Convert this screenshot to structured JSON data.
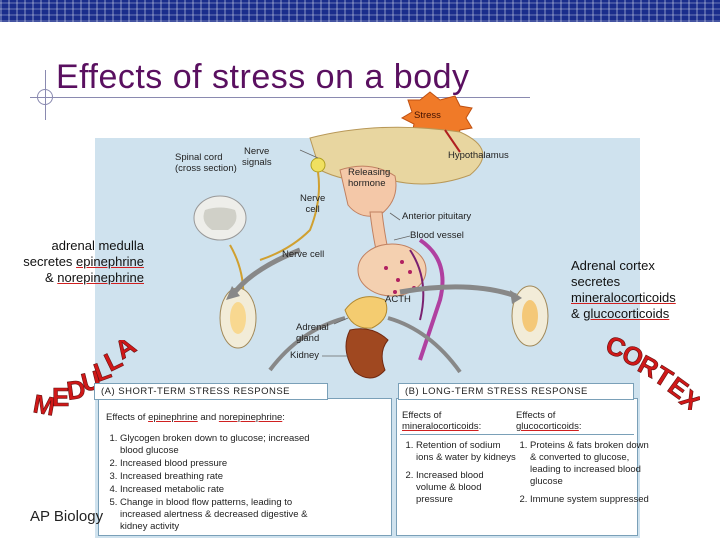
{
  "title": "Effects of stress on a body",
  "footer": "AP Biology",
  "diagram": {
    "stress": "Stress",
    "hypothalamus": "Hypothalamus",
    "spinal_cord_1": "Spinal cord",
    "spinal_cord_2": "(cross section)",
    "nerve_signals_1": "Nerve",
    "nerve_signals_2": "signals",
    "nerve_cell_top_1": "Nerve",
    "nerve_cell_top_2": "cell",
    "releasing_1": "Releasing",
    "releasing_2": "hormone",
    "anterior_pituitary": "Anterior pituitary",
    "blood_vessel": "Blood vessel",
    "nerve_cell_mid": "Nerve cell",
    "acth": "ACTH",
    "adrenal_gland_1": "Adrenal",
    "adrenal_gland_2": "gland",
    "kidney": "Kidney"
  },
  "left_note": {
    "line1": "adrenal medulla",
    "line2_prefix": "secretes ",
    "line2_word": "epinephrine",
    "line3_prefix": "& ",
    "line3_word": "norepinephrine"
  },
  "right_note": {
    "line1": "Adrenal cortex",
    "line2": "secretes",
    "line3_word": "mineralocorticoids",
    "line4_prefix": "& ",
    "line4_word": "glucocorticoids"
  },
  "medulla_letters": [
    "M",
    "E",
    "D",
    "U",
    "L",
    "L",
    "A"
  ],
  "cortex_letters": [
    "C",
    "O",
    "R",
    "T",
    "E",
    "X"
  ],
  "short_term": {
    "title": "(A) SHORT-TERM STRESS RESPONSE",
    "effects_prefix": "Effects of ",
    "effects_word1": "epinephrine",
    "effects_mid": " and ",
    "effects_word2": "norepinephrine",
    "effects_suffix": ":",
    "items": [
      "Glycogen broken down to glucose; increased blood glucose",
      "Increased blood pressure",
      "Increased breathing rate",
      "Increased metabolic rate",
      "Change in blood flow patterns, leading to increased alertness & decreased digestive & kidney activity"
    ]
  },
  "long_term": {
    "title": "(B) LONG-TERM STRESS RESPONSE",
    "col1_head_1": "Effects of",
    "col1_head_2": "mineralocorticoids",
    "col1_head_suffix": ":",
    "col2_head_1": "Effects of",
    "col2_head_2": "glucocorticoids",
    "col2_head_suffix": ":",
    "col1_items": [
      "Retention of sodium ions & water by kidneys",
      "Increased blood volume & blood pressure"
    ],
    "col2_items": [
      "Proteins & fats broken down & converted to glucose, leading to increased blood glucose",
      "Immune system suppressed"
    ]
  },
  "colors": {
    "title": "#5a1060",
    "panel": "#cfe2ee",
    "letter": "#d01818",
    "stress_burst": "#f07a28",
    "underline": "#d02020"
  }
}
